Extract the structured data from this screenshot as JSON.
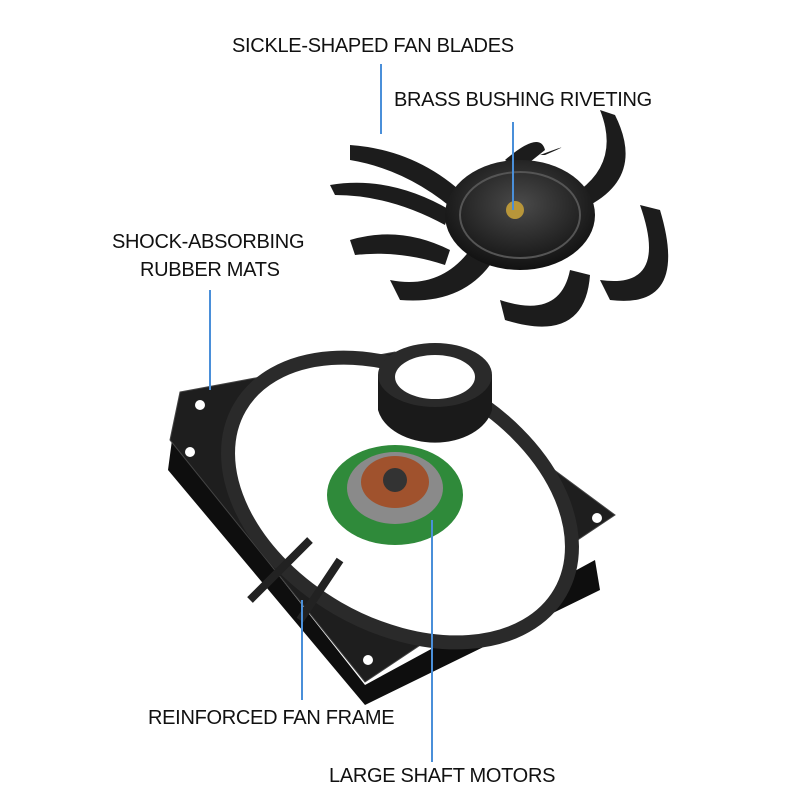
{
  "labels": {
    "blades": "SICKLE-SHAPED FAN BLADES",
    "bushing": "BRASS BUSHING RIVETING",
    "mats_line1": "SHOCK-ABSORBING",
    "mats_line2": "RUBBER MATS",
    "frame": "REINFORCED FAN FRAME",
    "motor": "LARGE SHAFT MOTORS"
  },
  "colors": {
    "callout_line": "#4a8fd9",
    "fan_body": "#1b1b1b"
  }
}
